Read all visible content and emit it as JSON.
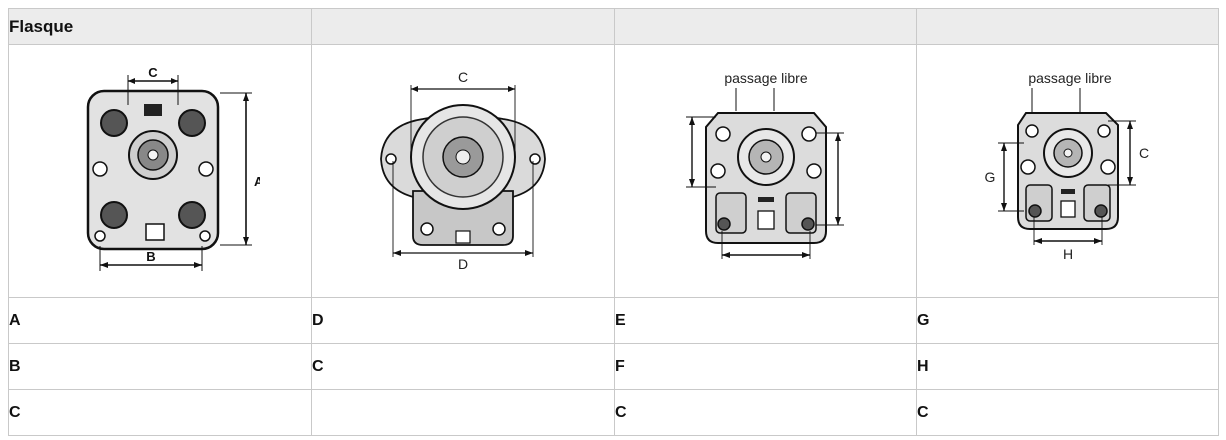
{
  "header": [
    "Flasque",
    "",
    "",
    ""
  ],
  "figures": [
    {
      "labels": {
        "c": "C",
        "a": "A",
        "b": "B"
      },
      "icon": "pump-flange-square-4-ports"
    },
    {
      "labels": {
        "c": "C",
        "d": "D"
      },
      "icon": "pump-flange-oval"
    },
    {
      "labels": {
        "note": "passage libre"
      },
      "icon": "pump-flange-square-2-bolt"
    },
    {
      "labels": {
        "note": "passage libre",
        "g": "G",
        "c": "C",
        "h": "H"
      },
      "icon": "pump-flange-square-2-bolt-small"
    }
  ],
  "rows": [
    [
      "A",
      "D",
      "E",
      "G"
    ],
    [
      "B",
      "C",
      "F",
      "H"
    ],
    [
      "C",
      "",
      "C",
      "C"
    ]
  ]
}
